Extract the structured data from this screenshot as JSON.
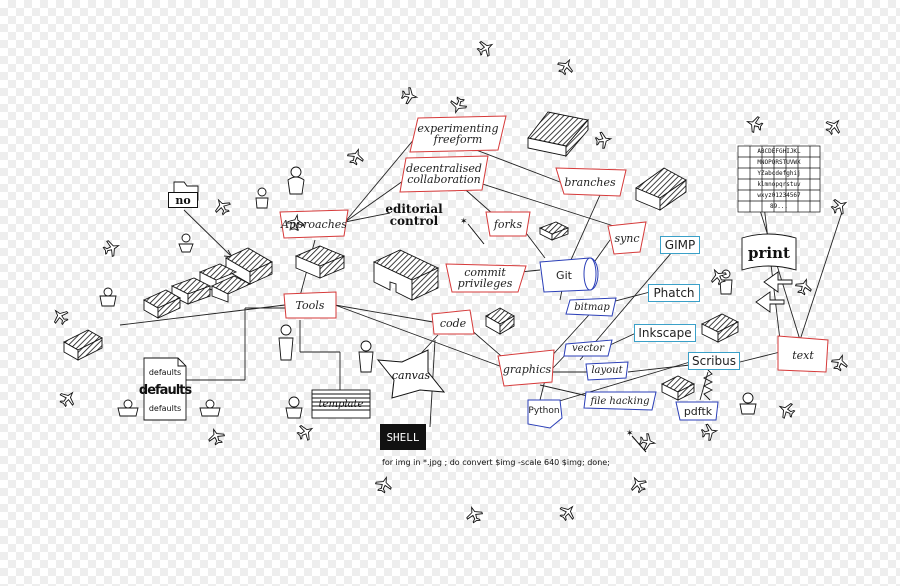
{
  "nodes": {
    "experimenting": "experimenting\nfreeform",
    "decentralised": "decentralised\ncollaboration",
    "approaches": "Approaches",
    "editorial": "editorial\ncontrol",
    "branches": "branches",
    "forks": "forks",
    "sync": "sync",
    "commit": "commit\nprivileges",
    "git": "Git",
    "no": "no",
    "tools": "Tools",
    "code": "code",
    "canvas": "canvas",
    "template": "template",
    "graphics": "graphics",
    "python": "Python",
    "bitmap": "bitmap",
    "vector": "vector",
    "layout": "layout",
    "file_hacking": "file hacking",
    "gimp": "GIMP",
    "phatch": "Phatch",
    "inkscape": "Inkscape",
    "scribus": "Scribus",
    "pdftk": "pdftk",
    "print": "print",
    "text": "text",
    "shell": "SHELL",
    "command": "for img in *.jpg ; do convert $img -scale 640 $img; done;",
    "defaults_small_top": "defaults",
    "defaults_big": "defaults",
    "defaults_small_bottom": "defaults"
  },
  "specimen": [
    "ABCDEFGHIJKL",
    "MNOPQRSTUVWX",
    "YZabcdefghij",
    "klmnopqrstuv",
    "wxyz01234567",
    "89..."
  ],
  "colors": {
    "red_node": "#d63a3a",
    "blue_node": "#2b3fb8",
    "software_box": "#3aa0c8",
    "ink": "#111111"
  }
}
